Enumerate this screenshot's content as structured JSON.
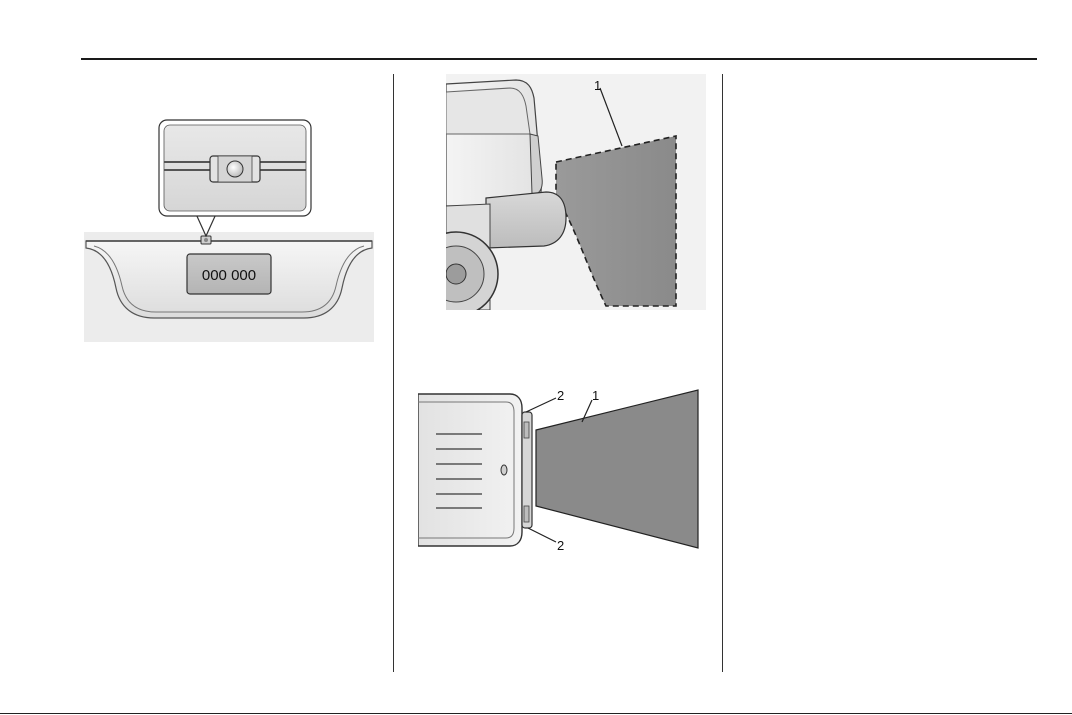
{
  "figure_camera_location": {
    "plate_text": "000 000"
  },
  "figure_side_view": {
    "callout_1": "1"
  },
  "figure_top_view": {
    "callout_1": "1",
    "callout_2_top": "2",
    "callout_2_bottom": "2"
  },
  "colors": {
    "coverage_area": "#8a8a8a",
    "panel_background": "#ececec",
    "ink": "#111111"
  }
}
